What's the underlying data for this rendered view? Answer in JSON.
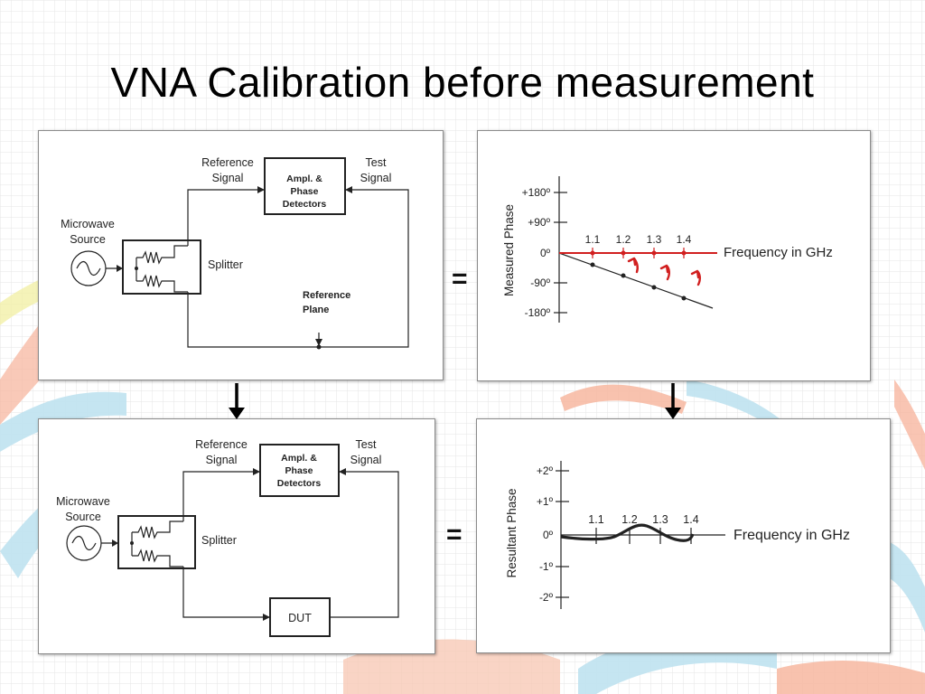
{
  "slide": {
    "title": "VNA Calibration before measurement",
    "equals_sign": "="
  },
  "circuit_calibration": {
    "reference_signal_line1": "Reference",
    "reference_signal_line2": "Signal",
    "test_signal_line1": "Test",
    "test_signal_line2": "Signal",
    "detector_line1": "Ampl. &",
    "detector_line2": "Phase",
    "detector_line3": "Detectors",
    "source_line1": "Microwave",
    "source_line2": "Source",
    "splitter": "Splitter",
    "ref_plane_line1": "Reference",
    "ref_plane_line2": "Plane"
  },
  "circuit_measurement": {
    "reference_signal_line1": "Reference",
    "reference_signal_line2": "Signal",
    "test_signal_line1": "Test",
    "test_signal_line2": "Signal",
    "detector_line1": "Ampl. &",
    "detector_line2": "Phase",
    "detector_line3": "Detectors",
    "source_line1": "Microwave",
    "source_line2": "Source",
    "splitter": "Splitter",
    "dut": "DUT"
  },
  "measured_phase_plot": {
    "ylabel": "Measured Phase",
    "xlabel": "Frequency in GHz",
    "yticks": [
      "+180º",
      "+90º",
      "0º",
      "-90º",
      "-180º"
    ],
    "xticks": [
      "1.1",
      "1.2",
      "1.3",
      "1.4"
    ],
    "axis_color": "#d11f1f"
  },
  "resultant_phase_plot": {
    "ylabel": "Resultant Phase",
    "xlabel": "Frequency in GHz",
    "yticks": [
      "+2º",
      "+1º",
      "0º",
      "-1º",
      "-2º"
    ],
    "xticks": [
      "1.1",
      "1.2",
      "1.3",
      "1.4"
    ]
  }
}
